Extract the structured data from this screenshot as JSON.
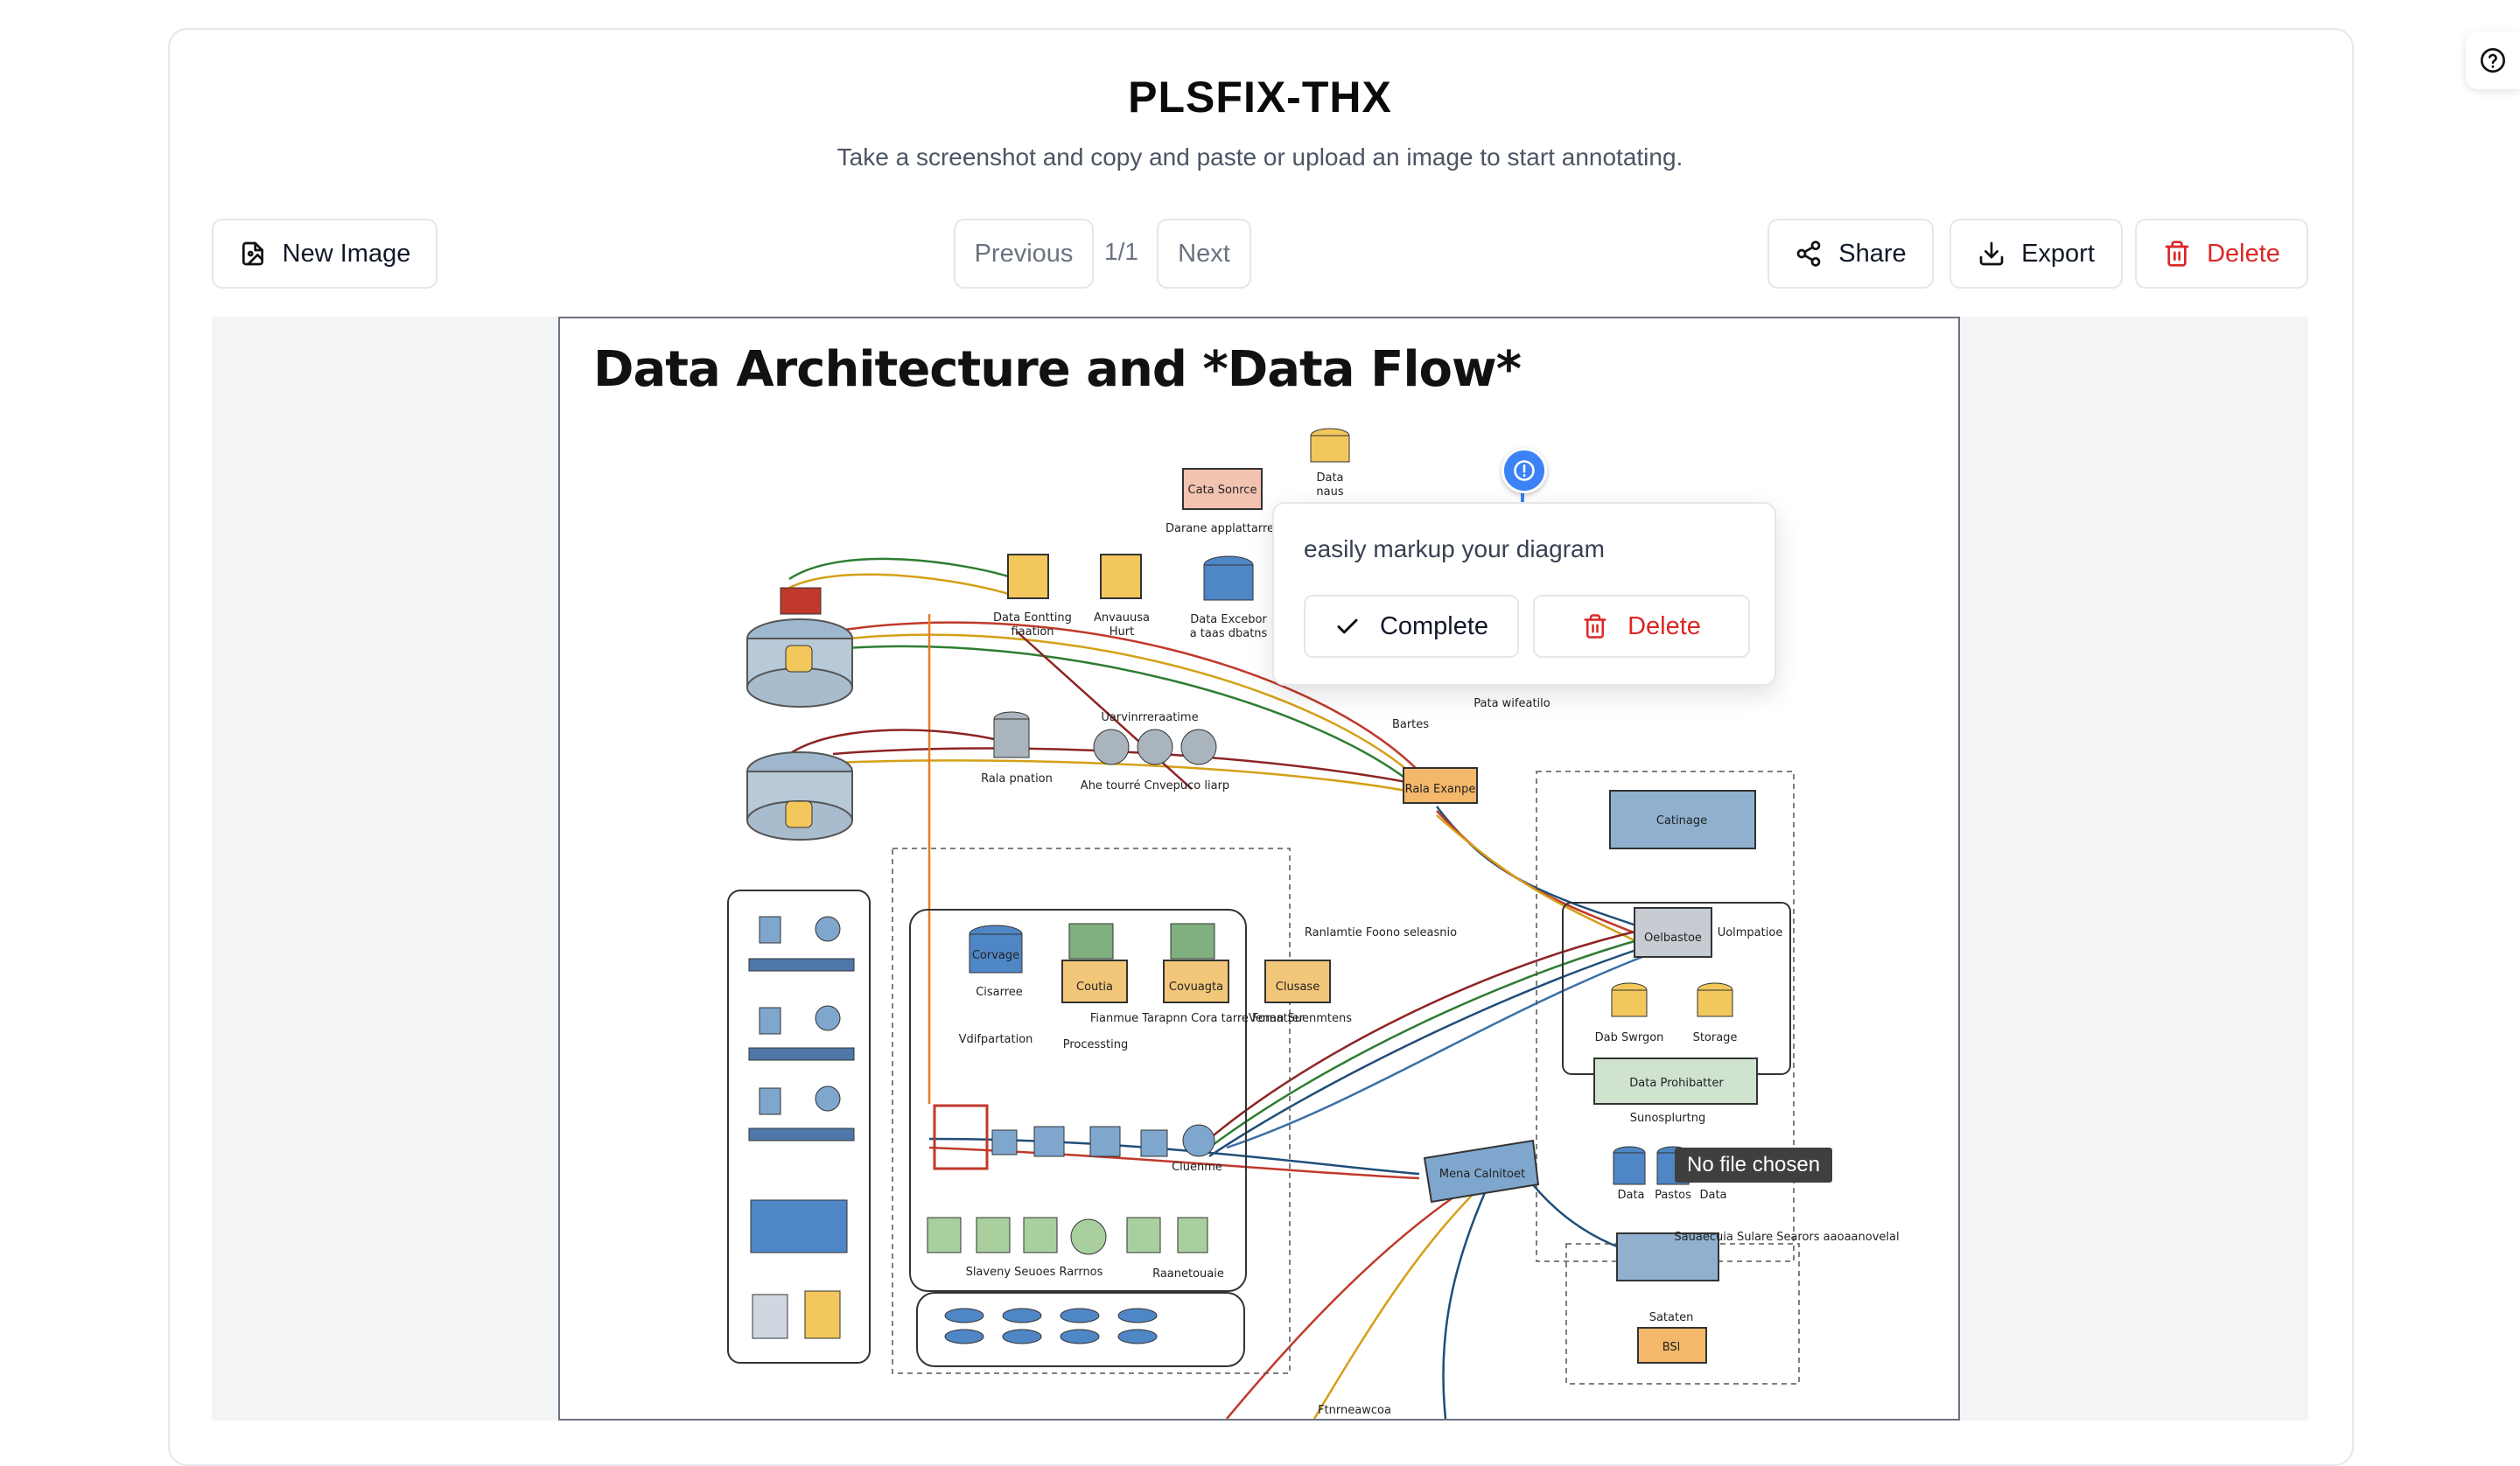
{
  "app": {
    "title": "PLSFIX-THX",
    "subtitle": "Take a screenshot and copy and paste or upload an image to start annotating."
  },
  "toolbar": {
    "new_image_label": "New Image",
    "previous_label": "Previous",
    "page_counter": "1/1",
    "next_label": "Next",
    "share_label": "Share",
    "export_label": "Export",
    "delete_label": "Delete"
  },
  "diagram": {
    "title": "Data Architecture and *Data Flow*",
    "labels": {
      "top_source": "Cata Sonrce",
      "top_data": "Data",
      "top_data2": "naus",
      "top_app": "Darane applattarre",
      "src1": "Data Eontting",
      "src1b": "fiaation",
      "src2": "Anvauusa",
      "src2b": "Hurt",
      "src3": "Data Excebor",
      "src3b": "a taas dbatns",
      "store_left": "Rala pnation",
      "warehouses_top": "Uarvinrreraatime",
      "warehouses": "Ahe tourré Cnvepuco liarp",
      "hub": "Rala Exanpe",
      "hub_top": "Pata wifeatilo",
      "hub_side": "Bartes",
      "catalog": "Catinage",
      "db": "Oelbastoe",
      "db_side": "Uolmpatioe",
      "flow_note": "Ranlamtie Foono seleasnio",
      "stor1": "Dab Swrgon",
      "stor2": "Storage",
      "proc": "Data Prohibatter",
      "proc_sub": "Sunosplurtng",
      "bottom_data": "Data",
      "bottom_pastos": "Pastos",
      "bottom_data2": "Data",
      "c1": "Corvage",
      "c1b": "Cisarree",
      "c2": "Coutia",
      "c3": "Covuagta",
      "c4": "Clusase",
      "vid": "Vdifpartation",
      "processing": "Processting",
      "forms": "Fianmue Tarapnn Cora tarre Fomatrer",
      "vena": "Venan Suenmtens",
      "tools": "Cluenme",
      "bottom_row": "Slaveny  Seuoes  Rarrnos",
      "bottom_row2": "Raanetouaie",
      "mena": "Mena Calnitoet",
      "side_note": "Sauaecuia Sulare Searors aaoaanovelal",
      "bs": "BSl",
      "bs_top": "Sataten",
      "frn": "Ftnrneawcoa"
    }
  },
  "annotation": {
    "text": "easily markup your diagram",
    "complete_label": "Complete",
    "delete_label": "Delete"
  },
  "file_input": {
    "tooltip": "No file chosen"
  },
  "colors": {
    "danger": "#dc2626",
    "marker": "#3b82f6",
    "canvas_bg": "#f3f4f6"
  }
}
